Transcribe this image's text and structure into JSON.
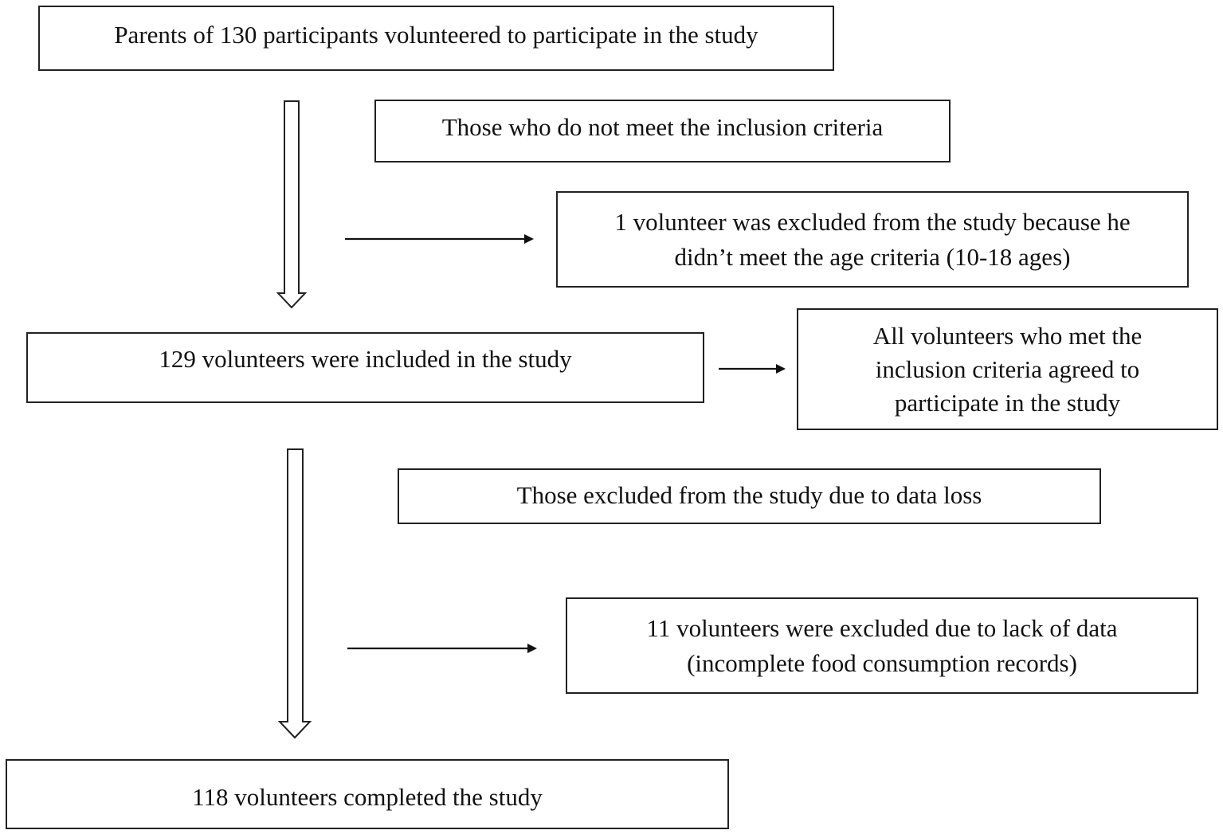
{
  "flowchart": {
    "enrolled": {
      "text": "Parents of 130 participants volunteered to participate in the study"
    },
    "inclusion_header": {
      "text": "Those who do not meet the inclusion criteria"
    },
    "age_excluded": {
      "line1": "1 volunteer was excluded from the study because he",
      "line2": "didn’t meet the age criteria (10-18 ages)"
    },
    "included": {
      "text": "129 volunteers were included in the study"
    },
    "agreed": {
      "line1": "All volunteers who met the",
      "line2": "inclusion criteria agreed to",
      "line3": "participate in the study"
    },
    "data_loss_header": {
      "text": "Those excluded from the study due to data loss"
    },
    "data_excluded": {
      "line1": "11 volunteers were excluded due to lack of data",
      "line2": "(incomplete food consumption records)"
    },
    "completed": {
      "text": "118 volunteers completed the study"
    }
  }
}
